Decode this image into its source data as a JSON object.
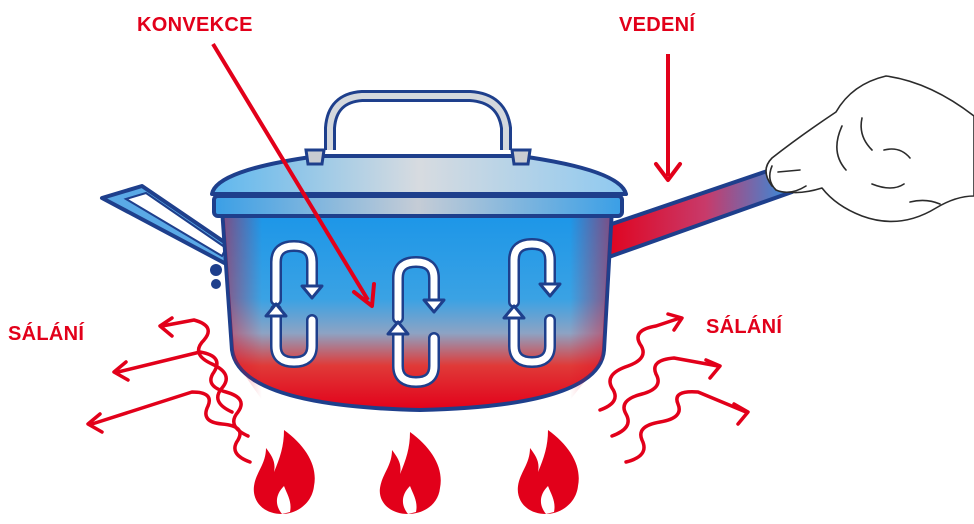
{
  "labels": {
    "convection": "KONVEKCE",
    "conduction": "VEDENÍ",
    "radiation_left": "SÁLÁNÍ",
    "radiation_right": "SÁLÁNÍ"
  },
  "colors": {
    "label_red": "#e2001a",
    "outline_blue": "#1e3f8c",
    "water_blue": "#2f9fe6",
    "hot_red": "#e2001a",
    "lid_grey": "#c9ccd1",
    "hand_stroke": "#2b2b2b"
  },
  "icons": {
    "flame": "flame-icon",
    "convection_loop": "convection-loop-arrow",
    "radiation_wave": "wavy-arrow"
  }
}
